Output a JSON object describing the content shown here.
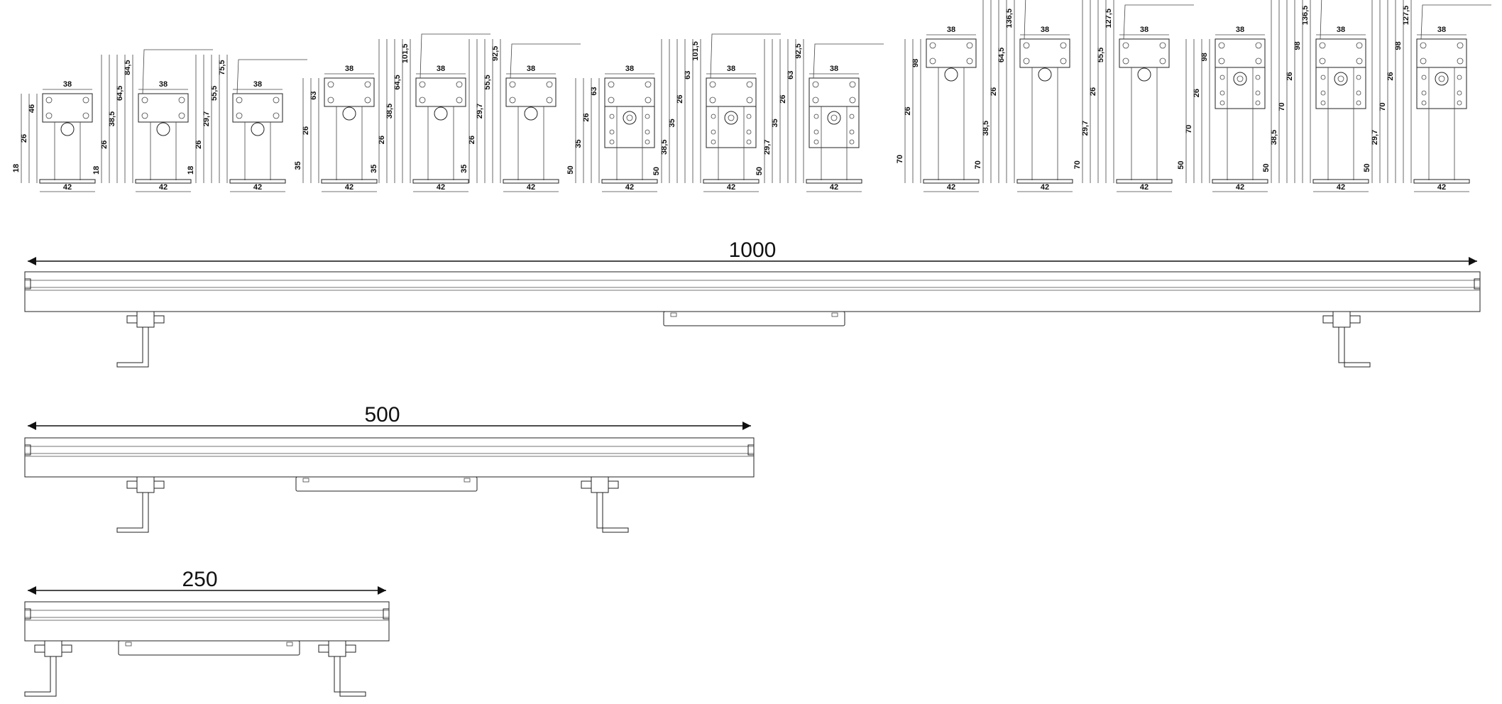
{
  "drawing": {
    "profiles": [
      {
        "width": "38",
        "base": "42",
        "height_labels": [
          "46",
          "26",
          "18"
        ]
      },
      {
        "width": "38",
        "base": "42",
        "height_labels": [
          "84,5",
          "64,5",
          "38,5",
          "26",
          "18"
        ]
      },
      {
        "width": "38",
        "base": "42",
        "height_labels": [
          "75,5",
          "55,5",
          "29,7",
          "26",
          "18"
        ]
      },
      {
        "width": "38",
        "base": "42",
        "height_labels": [
          "63",
          "26",
          "35"
        ]
      },
      {
        "width": "38",
        "base": "42",
        "height_labels": [
          "101,5",
          "64,5",
          "38,5",
          "26",
          "35"
        ]
      },
      {
        "width": "38",
        "base": "42",
        "height_labels": [
          "92,5",
          "55,5",
          "29,7",
          "26",
          "35"
        ]
      },
      {
        "width": "38",
        "base": "42",
        "height_labels": [
          "63",
          "26",
          "35",
          "50"
        ]
      },
      {
        "width": "38",
        "base": "42",
        "height_labels": [
          "101,5",
          "63",
          "26",
          "35",
          "38,5",
          "50"
        ]
      },
      {
        "width": "38",
        "base": "42",
        "height_labels": [
          "92,5",
          "63",
          "26",
          "35",
          "29,7",
          "50"
        ]
      },
      {
        "width": "38",
        "base": "42",
        "height_labels": [
          "98",
          "26",
          "70"
        ]
      },
      {
        "width": "38",
        "base": "42",
        "height_labels": [
          "136,5",
          "64,5",
          "26",
          "38,5",
          "70"
        ]
      },
      {
        "width": "38",
        "base": "42",
        "height_labels": [
          "127,5",
          "55,5",
          "26",
          "29,7",
          "70"
        ]
      },
      {
        "width": "38",
        "base": "42",
        "height_labels": [
          "98",
          "26",
          "70",
          "50"
        ]
      },
      {
        "width": "38",
        "base": "42",
        "height_labels": [
          "136,5",
          "98",
          "26",
          "70",
          "38,5",
          "50"
        ]
      },
      {
        "width": "38",
        "base": "42",
        "height_labels": [
          "127,5",
          "98",
          "26",
          "70",
          "29,7",
          "50"
        ]
      }
    ],
    "bars": [
      {
        "length": "1000"
      },
      {
        "length": "500"
      },
      {
        "length": "250"
      }
    ]
  }
}
